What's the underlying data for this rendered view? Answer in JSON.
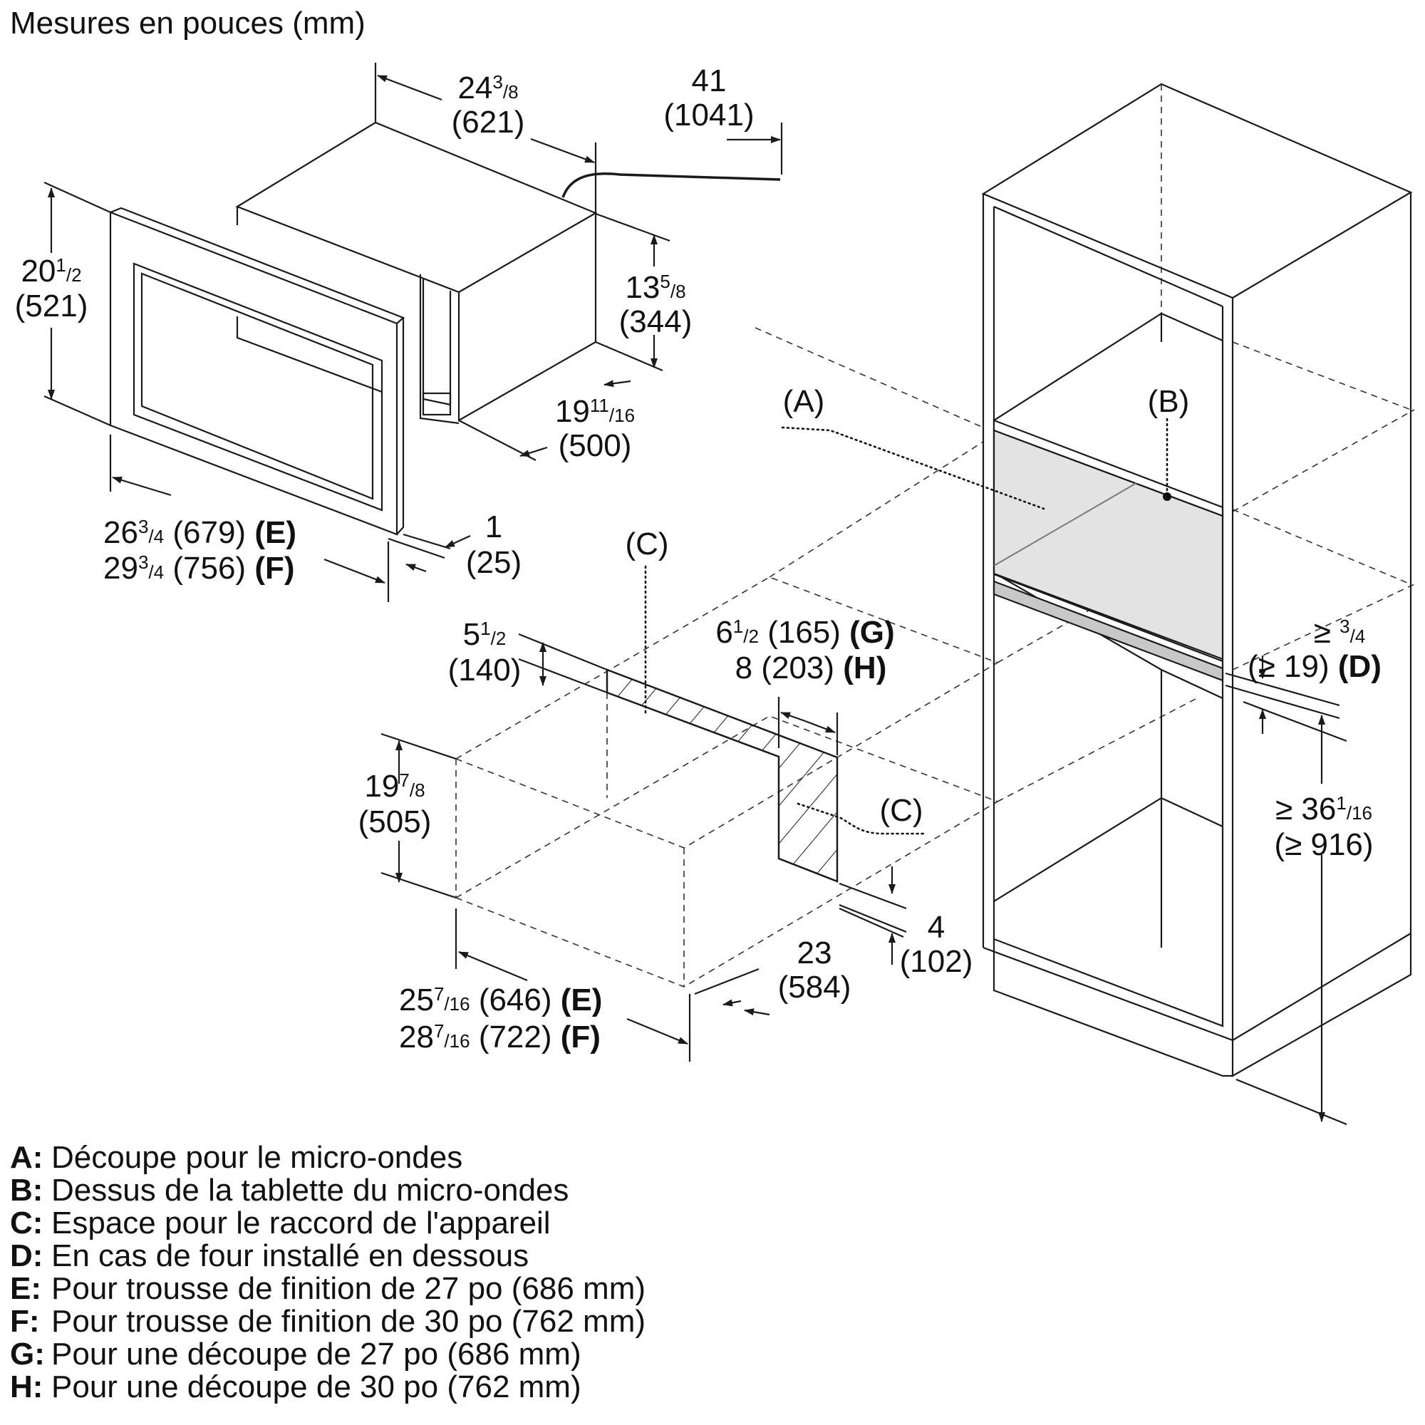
{
  "title": "Mesures en pouces (mm)",
  "colors": {
    "line": "#1a1a1a",
    "shelf_fill": "#e3e3e3",
    "shelf_edge": "#c8c8c8",
    "background": "#ffffff"
  },
  "dimensions": {
    "width_top": {
      "whole": "24",
      "num": "3",
      "den": "8",
      "mm": "(621)"
    },
    "cord": {
      "whole": "41",
      "mm": "(1041)"
    },
    "height_trim": {
      "whole": "20",
      "num": "1",
      "den": "2",
      "mm": "(521)"
    },
    "height_body": {
      "whole": "13",
      "num": "5",
      "den": "8",
      "mm": "(344)"
    },
    "depth_body": {
      "whole": "19",
      "num": "11",
      "den": "16",
      "mm": "(500)"
    },
    "trim_e": {
      "whole": "26",
      "num": "3",
      "den": "4",
      "mm": "(679)",
      "key": "(E)"
    },
    "trim_f": {
      "whole": "29",
      "num": "3",
      "den": "4",
      "mm": "(756)",
      "key": "(F)"
    },
    "trim_thickness": {
      "whole": "1",
      "mm": "(25)"
    },
    "c_height": {
      "whole": "5",
      "num": "1",
      "den": "2",
      "mm": "(140)"
    },
    "c_width_g": {
      "whole": "6",
      "num": "1",
      "den": "2",
      "mm": "(165)",
      "key": "(G)"
    },
    "c_width_h": {
      "whole": "8",
      "mm": "(203)",
      "key": "(H)"
    },
    "cutout_height": {
      "whole": "19",
      "num": "7",
      "den": "8",
      "mm": "(505)"
    },
    "cutout_e": {
      "whole": "25",
      "num": "7",
      "den": "16",
      "mm": "(646)",
      "key": "(E)"
    },
    "cutout_f": {
      "whole": "28",
      "num": "7",
      "den": "16",
      "mm": "(722)",
      "key": "(F)"
    },
    "cutout_depth": {
      "whole": "23",
      "mm": "(584)"
    },
    "bottom_gap": {
      "whole": "4",
      "mm": "(102)"
    },
    "shelf_gap": {
      "prefix": "≥",
      "num": "3",
      "den": "4",
      "mm": "(≥ 19)",
      "key": "(D)"
    },
    "floor_height": {
      "prefix": "≥",
      "whole": "36",
      "num": "1",
      "den": "16",
      "mm": "(≥ 916)"
    }
  },
  "callouts": {
    "a": "(A)",
    "b": "(B)",
    "c1": "(C)",
    "c2": "(C)"
  },
  "legend": [
    {
      "key": "A:",
      "text": "Découpe pour le micro-ondes"
    },
    {
      "key": "B:",
      "text": "Dessus de la tablette du micro-ondes"
    },
    {
      "key": "C:",
      "text": "Espace pour le raccord de l'appareil"
    },
    {
      "key": "D:",
      "text": "En cas de four installé en dessous"
    },
    {
      "key": "E:",
      "text": "Pour trousse de finition de 27 po (686 mm)"
    },
    {
      "key": "F:",
      "text": "Pour trousse de finition de 30 po (762 mm)"
    },
    {
      "key": "G:",
      "text": "Pour une découpe de 27 po (686 mm)"
    },
    {
      "key": "H:",
      "text": "Pour une découpe de 30 po (762 mm)"
    }
  ]
}
